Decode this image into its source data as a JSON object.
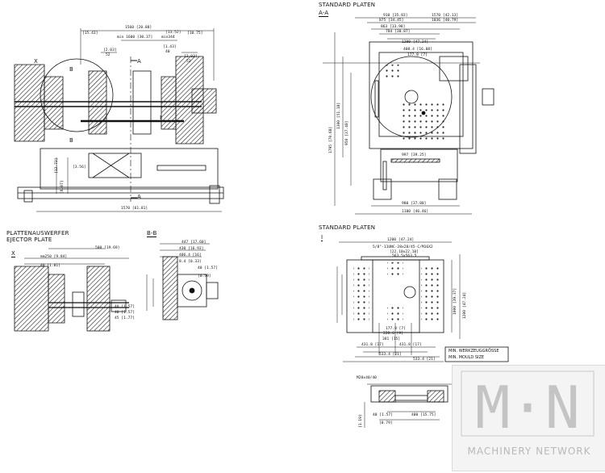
{
  "titles": {
    "standard_platen_1": "STANDARD PLATEN",
    "section_aa": "A-A",
    "standard_platen_2": "STANDARD PLATEN",
    "view_i": "I",
    "plattenauswerfer": "PLATTENAUSWERFER",
    "ejector_plate": "EJECTOR PLATE",
    "detail_x": "X",
    "section_bb": "B-B",
    "mold_size_de": "MIN. WERKZEUGGRÖSSE",
    "mold_size_en": "MIN. MOULD SIZE"
  },
  "labels": {
    "section_a_top": "A",
    "section_a_bottom": "A",
    "section_b_top": "B",
    "section_b_bottom": "B",
    "detail_x_marker": "X",
    "view_i_arrow": "I"
  },
  "dimensions_side_view": {
    "top_1": "1560 [20.88]",
    "top_2": "[15.43]",
    "top_3": "[10.75]",
    "top_4": "min 1600 [30.37]",
    "top_5": "min344",
    "top_6": "[13.52]",
    "top_7": "[2.03]",
    "top_8": "52",
    "top_9": "[2.03]",
    "top_10": "52",
    "top_11": "[1.43]",
    "top_12": "40",
    "bottom_1": "1570 [61.81]",
    "bottom_2": "[3.56]",
    "left_1": "[8.07]",
    "left_2": "[12.72]"
  },
  "dimensions_aa": {
    "top_1": "1570 [42.13]",
    "top_2": "910 [35.83]",
    "top_3": "875 [34.45]",
    "top_4": "1036 [40.79]",
    "top_5": "863 [33.98]",
    "top_6": "784 [30.87]",
    "top_7": "1200 [47.24]",
    "top_8": "408.4 [16.08]",
    "top_9": "177.8 [7]",
    "bottom_1": "997 [39.25]",
    "bottom_2": "980 [37.80]",
    "bottom_3": "1180 [46.46]",
    "left_1": "1795 [70.68]",
    "left_2": "1300 [51.18]",
    "left_3": "950 [37.40]"
  },
  "dimensions_platen": {
    "top_1": "1200 [47.24]",
    "top_2": "5/8\"-11UNC-28x28/45-C/M16X2",
    "top_3": "[22.10x22.10]",
    "top_4": "563.5x563.5",
    "bottom_1": "431.8 [17]",
    "bottom_2": "533.4 [21]",
    "bottom_3": "431.8 [17]",
    "bottom_4": "533.4 [21]",
    "center_1": "177.8 [7]",
    "center_2": "228.6 [9]",
    "center_3": "381 [15]",
    "right_1": "1200 [47.24]",
    "right_2": "1000 [39.37]"
  },
  "dimensions_ejector": {
    "d1": "500 [19.69]",
    "d2": "mm250 [9.84]",
    "d3": "40 [1.81]",
    "d4": "40 [1.57]",
    "d5": "40 [1.57]",
    "d6": "45 [1.77]",
    "d7": "447 [17.60]",
    "d8": "430 [16.93]",
    "d9": "406.4 [16]",
    "d10": "8.4 [0.33]",
    "d11": "40 [1.57]",
    "d12": "[0.59]"
  },
  "dimensions_bottom_detail": {
    "d1": "M20x40/40",
    "d2": "40 [1.57]",
    "d3": "400 [15.75]",
    "d4": "[0.79]",
    "d5": "[1.19]"
  },
  "watermark": {
    "logo_text": "M·N",
    "company": "MACHINERY NETWORK"
  },
  "colors": {
    "ink": "#111111",
    "hatch": "#222222",
    "paper": "#ffffff",
    "watermark": "#bdbdbd"
  }
}
